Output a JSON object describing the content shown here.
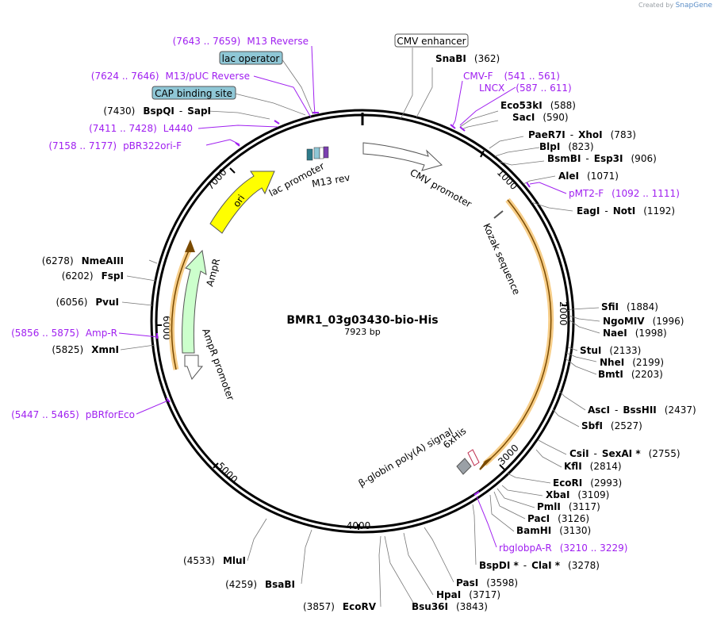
{
  "credit": {
    "prefix": "Created by",
    "brand": "SnapGene"
  },
  "plasmid": {
    "name": "BMR1_03g03430-bio-His",
    "length": "7923 bp"
  },
  "scale_ticks": [
    "1000",
    "2000",
    "3000",
    "4000",
    "5000",
    "6000",
    "7000"
  ],
  "boxed_features": [
    "CMV enhancer",
    "lac operator",
    "CAP binding site"
  ],
  "enzymes": [
    {
      "name": "SnaBI",
      "pos": "(362)"
    },
    {
      "name": "Eco53kI",
      "pos": "(588)"
    },
    {
      "name": "SacI",
      "pos": "(590)"
    },
    {
      "name": "PaeR7I",
      "name2": "XhoI",
      "pos": "(783)"
    },
    {
      "name": "BlpI",
      "pos": "(823)"
    },
    {
      "name": "BsmBI",
      "name2": "Esp3I",
      "pos": "(906)"
    },
    {
      "name": "AleI",
      "pos": "(1071)"
    },
    {
      "name": "EagI",
      "name2": "NotI",
      "pos": "(1192)"
    },
    {
      "name": "SfiI",
      "pos": "(1884)"
    },
    {
      "name": "NgoMIV",
      "pos": "(1996)"
    },
    {
      "name": "NaeI",
      "pos": "(1998)"
    },
    {
      "name": "StuI",
      "pos": "(2133)"
    },
    {
      "name": "NheI",
      "pos": "(2199)"
    },
    {
      "name": "BmtI",
      "pos": "(2203)"
    },
    {
      "name": "AscI",
      "name2": "BssHII",
      "pos": "(2437)"
    },
    {
      "name": "SbfI",
      "pos": "(2527)"
    },
    {
      "name": "CsiI",
      "name2": "SexAI *",
      "pos": "(2755)"
    },
    {
      "name": "KflI",
      "pos": "(2814)"
    },
    {
      "name": "EcoRI",
      "pos": "(2993)"
    },
    {
      "name": "XbaI",
      "pos": "(3109)"
    },
    {
      "name": "PmlI",
      "pos": "(3117)"
    },
    {
      "name": "PacI",
      "pos": "(3126)"
    },
    {
      "name": "BamHI",
      "pos": "(3130)"
    },
    {
      "name": "BspDI *",
      "name2": "ClaI *",
      "pos": "(3278)"
    },
    {
      "name": "PasI",
      "pos": "(3598)"
    },
    {
      "name": "HpaI",
      "pos": "(3717)"
    },
    {
      "name": "Bsu36I",
      "pos": "(3843)"
    },
    {
      "name": "EcoRV",
      "pos": "(3857)"
    },
    {
      "name": "BsaBI",
      "pos": "(4259)"
    },
    {
      "name": "MluI",
      "pos": "(4533)"
    },
    {
      "name": "XmnI",
      "pos": "(5825)"
    },
    {
      "name": "PvuI",
      "pos": "(6056)"
    },
    {
      "name": "FspI",
      "pos": "(6202)"
    },
    {
      "name": "NmeAIII",
      "pos": "(6278)"
    },
    {
      "name": "BspQI",
      "name2": "SapI",
      "pos": "(7430)"
    }
  ],
  "primers": [
    {
      "name": "M13 Reverse",
      "range": "(7643 .. 7659)"
    },
    {
      "name": "M13/pUC Reverse",
      "range": "(7624 .. 7646)"
    },
    {
      "name": "L4440",
      "range": "(7411 .. 7428)"
    },
    {
      "name": "pBR322ori-F",
      "range": "(7158 .. 7177)"
    },
    {
      "name": "CMV-F",
      "range": "(541 .. 561)"
    },
    {
      "name": "LNCX",
      "range": "(587 .. 611)"
    },
    {
      "name": "pMT2-F",
      "range": "(1092 .. 1111)"
    },
    {
      "name": "Amp-R",
      "range": "(5856 .. 5875)"
    },
    {
      "name": "pBRforEco",
      "range": "(5447 .. 5465)"
    },
    {
      "name": "rbglobpA-R",
      "range": "(3210 .. 3229)"
    }
  ],
  "features": {
    "cmv_promoter": "CMV promoter",
    "kozak": "Kozak sequence",
    "polyA": "β-globin poly(A) signal",
    "his": "6xHis",
    "amp_r": "AmpR",
    "amp_r_promoter": "AmpR promoter",
    "ori": "ori",
    "lac_promoter": "lac promoter",
    "m13_rev": "M13 rev"
  },
  "colors": {
    "primer": "#a020f0",
    "cds_highlight": "#f5c26b",
    "ori": "#ffff00",
    "ampr": "#ccffcc",
    "box_fill": "#8fc7d6"
  }
}
